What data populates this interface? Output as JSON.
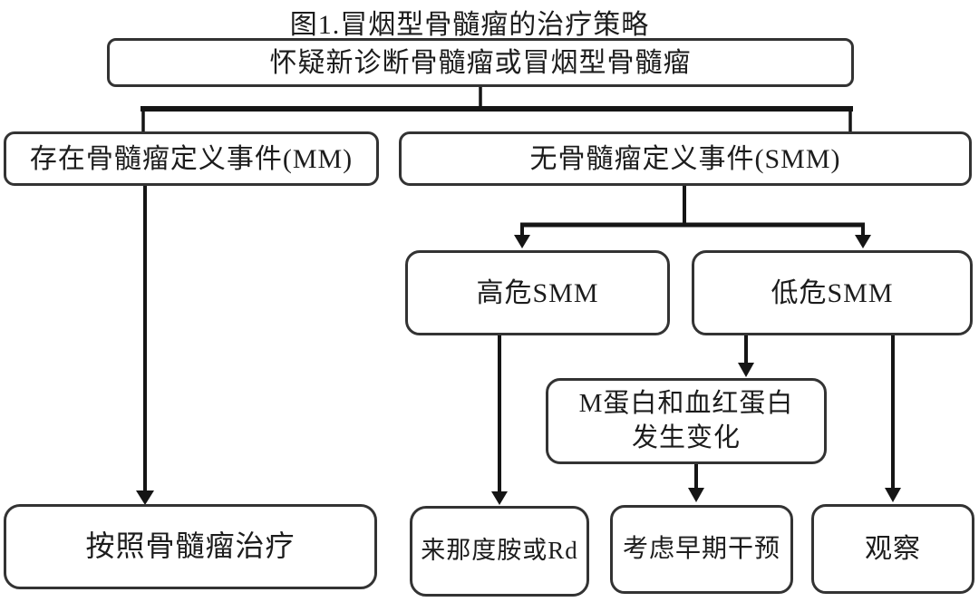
{
  "figure_title": "图1.冒烟型骨髓瘤的治疗策略",
  "nodes": {
    "suspect": {
      "label": "怀疑新诊断骨髓瘤或冒烟型骨髓瘤"
    },
    "mde_present": {
      "label": "存在骨髓瘤定义事件(MM)"
    },
    "mde_absent": {
      "label": "无骨髓瘤定义事件(SMM)"
    },
    "high_risk": {
      "label": "高危SMM"
    },
    "low_risk": {
      "label": "低危SMM"
    },
    "mprotein_change": {
      "label": "M蛋白和血红蛋白",
      "label2": "发生变化"
    },
    "treat_mm": {
      "label": "按照骨髓瘤治疗"
    },
    "lenalidomide": {
      "label": "来那度胺或Rd"
    },
    "early_intervention": {
      "label": "考虑早期干预"
    },
    "observe": {
      "label": "观察"
    }
  },
  "colors": {
    "line": "#151515",
    "box_border": "#333333",
    "text": "#1c1c1c",
    "background": "#ffffff"
  }
}
